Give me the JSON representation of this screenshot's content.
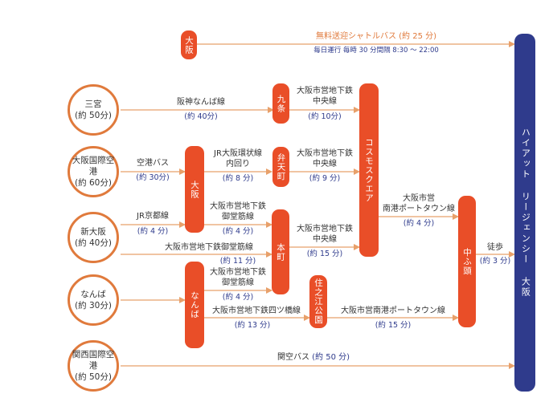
{
  "origins": {
    "sannomiya": {
      "name": "三宮",
      "time": "(約 50分)"
    },
    "itami": {
      "name": "大阪国際空港",
      "time": "(約 60分)"
    },
    "shinosaka": {
      "name": "新大阪",
      "time": "(約 40分)"
    },
    "namba": {
      "name": "なんば",
      "time": "(約 30分)"
    },
    "kix": {
      "name": "関西国際空港",
      "time": "(約 50分)"
    }
  },
  "stations": {
    "osaka": "大阪",
    "kujo": "九条",
    "bentencho": "弁天町",
    "osaka_mid": "大阪",
    "honmachi": "本町",
    "namba_mid": "なんば",
    "suminoe": "住之江公園",
    "cosmo": "コスモスクエア",
    "nakafuto": "中ふ頭",
    "hotel": "ハイアット リージェンシー 大阪"
  },
  "routes": {
    "shuttle": "無料送迎シャトルバス (約 25 分)",
    "shuttle_schedule": "毎日運行 毎時 30 分間隔 8:30 ～ 22:00",
    "hanshin": "阪神なんば線",
    "hanshin_time": "(約 40分)",
    "chuo1": "大阪市営地下鉄\n中央線",
    "chuo1_time": "(約 10分)",
    "airport_bus": "空港バス",
    "airport_bus_time": "(約 30分)",
    "jr_loop": "JR大阪環状線\n内回り",
    "jr_loop_time": "(約 8 分)",
    "chuo2": "大阪市営地下鉄\n中央線",
    "chuo2_time": "(約 9 分)",
    "jr_kyoto": "JR京都線",
    "jr_kyoto_time": "(約 4 分)",
    "mido1": "大阪市営地下鉄\n御堂筋線",
    "mido1_time": "(約 4 分)",
    "mido_long": "大阪市営地下鉄御堂筋線",
    "mido_long_time": "(約 11 分)",
    "chuo3": "大阪市営地下鉄\n中央線",
    "chuo3_time": "(約 15 分)",
    "nanko1": "大阪市営\n南港ポートタウン線",
    "nanko1_time": "(約 4 分)",
    "mido2": "大阪市営地下鉄\n御堂筋線",
    "mido2_time": "(約 4 分)",
    "yotsu": "大阪市営地下鉄四ツ橋線",
    "yotsu_time": "(約 13 分)",
    "nanko2": "大阪市営南港ポートタウン線",
    "nanko2_time": "(約 15 分)",
    "walk": "徒歩",
    "walk_time": "(約 3 分)",
    "kix_bus": "関空バス",
    "kix_bus_time": "(約 50 分)"
  },
  "colors": {
    "accent": "#e94e28",
    "circle": "#e07a3c",
    "hotel": "#2f3b8c",
    "arrow": "#e8a06a"
  }
}
